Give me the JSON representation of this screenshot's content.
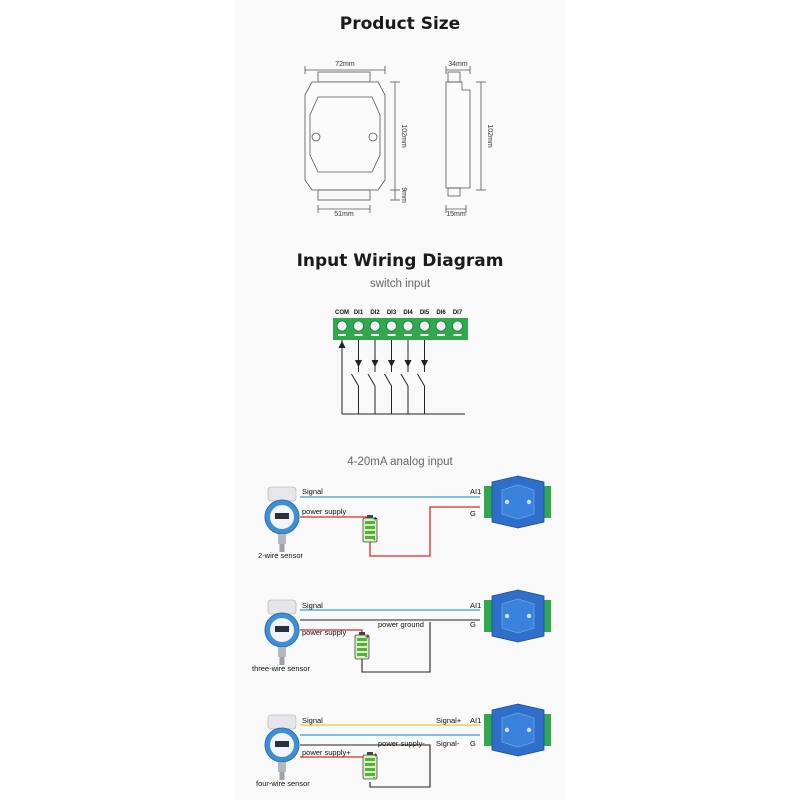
{
  "titles": {
    "product_size": "Product Size",
    "input_wiring": "Input Wiring Diagram",
    "switch_input": "switch input",
    "analog_input": "4-20mA analog input"
  },
  "dimensions": {
    "front_width": "72mm",
    "front_height": "102mm",
    "front_bottom_width": "51mm",
    "terminal_depth": "9mm",
    "side_width": "34mm",
    "side_height": "102mm",
    "side_bottom": "15mm"
  },
  "switch_terminals": [
    "COM",
    "DI1",
    "DI2",
    "DI3",
    "DI4",
    "DI5",
    "DI6",
    "DI7"
  ],
  "wiring": {
    "two_wire": {
      "signal": "Signal",
      "power_supply": "power supply",
      "sensor": "2-wire sensor",
      "term_ai1": "AI1",
      "term_g": "G",
      "plus": "+",
      "minus": "-"
    },
    "three_wire": {
      "signal": "Signal",
      "power_supply": "power supply",
      "power_ground": "power ground",
      "sensor": "three-wire sensor",
      "term_ai1": "AI1",
      "term_g": "G",
      "plus": "+",
      "minus": "-"
    },
    "four_wire": {
      "signal": "Signal",
      "power_supply_plus": "power supply+",
      "power_supply_minus": "power supply-",
      "signal_plus": "Signal+",
      "signal_minus": "Signal-",
      "sensor": "four-wire sensor",
      "term_ai1": "AI1",
      "term_g": "G",
      "plus": "+",
      "minus": "-"
    }
  },
  "colors": {
    "signal_blue": "#3a9bd8",
    "power_red": "#e02828",
    "ground_black": "#222222",
    "signal_yellow": "#e8c83a",
    "terminal_green": "#2fa84f",
    "module_blue": "#2f6fc9"
  }
}
